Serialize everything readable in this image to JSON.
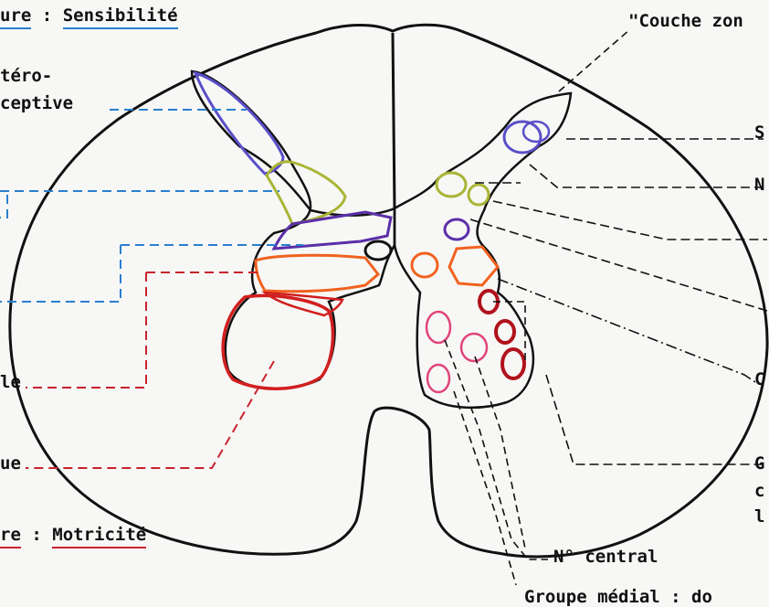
{
  "labels": {
    "sensory_prefix": "ure",
    "sensory_sep": ":",
    "sensory_title": "Sensibilité",
    "couche": "\"Couche zon",
    "extero1": "téro-",
    "extero2": "ceptive",
    "le": "le",
    "ue": "ue",
    "motor_prefix": "re",
    "motor_sep": ":",
    "motor_title": "Motricité",
    "noyau_central": "N° central",
    "groupe_medial": "Groupe médial : do",
    "right_s": "S",
    "right_n": "N",
    "right_c": "C",
    "right_g": "G",
    "right_c2": "c",
    "right_l": "l"
  },
  "colors": {
    "outline": "#111111",
    "violet": "#5a4fc8",
    "olive": "#a9b535",
    "purple": "#5b2fa8",
    "orange": "#f0621f",
    "red": "#d11f1f",
    "dark_red": "#b1121c",
    "pink": "#e0457a",
    "blue_leader": "#2a7fd0",
    "red_leader": "#c8232c"
  }
}
